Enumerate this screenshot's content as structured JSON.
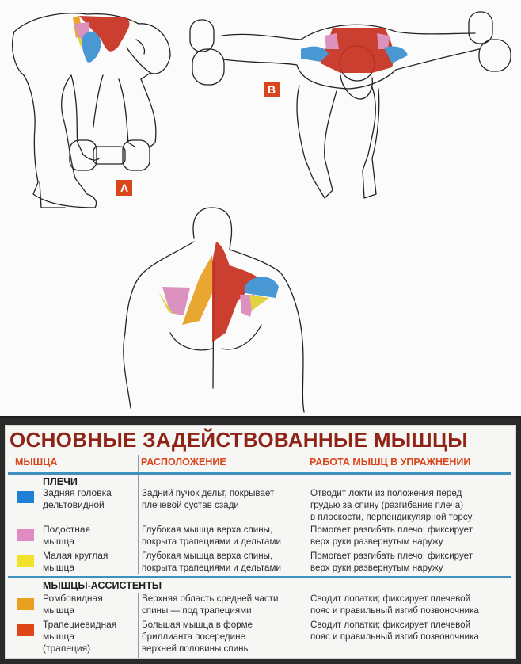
{
  "illustrations": {
    "badge_a": "A",
    "badge_b": "B",
    "badge_color": "#d9461c"
  },
  "table": {
    "title": "ОСНОВНЫЕ ЗАДЕЙСТВОВАННЫЕ МЫШЦЫ",
    "headers": [
      "МЫШЦА",
      "РАСПОЛОЖЕНИЕ",
      "РАБОТА МЫШЦ В УПРАЖНЕНИИ"
    ],
    "sections": [
      {
        "label": "ПЛЕЧИ",
        "rows": [
          {
            "color": "#1e7fd6",
            "muscle": "Задняя головка\nдельтовидной",
            "location": "Задний пучок дельт, покрывает\nплечевой сустав сзади",
            "function": "Отводит локти из положения перед\nгрудью за спину (разгибание плеча)\nв плоскости, перпендикулярной торсу"
          },
          {
            "color": "#e08cc2",
            "muscle": "Подостная\nмышца",
            "location": "Глубокая мышца верха спины,\nпокрыта трапециями и дельтами",
            "function": "Помогает разгибать плечо; фиксирует\nверх руки развернутым наружу"
          },
          {
            "color": "#f2e22a",
            "muscle": "Малая круглая\nмышца",
            "location": "Глубокая мышца верха спины,\nпокрыта трапециями и дельтами",
            "function": "Помогает разгибать плечо; фиксирует\nверх руки развернутым наружу"
          }
        ]
      },
      {
        "label": "МЫШЦЫ-АССИСТЕНТЫ",
        "rows": [
          {
            "color": "#e8a020",
            "muscle": "Ромбовидная\nмышца",
            "location": "Верхняя область средней части\nспины — под трапециями",
            "function": "Сводит лопатки; фиксирует плечевой\nпояс и правильный изгиб позвоночника"
          },
          {
            "color": "#e2441a",
            "muscle": "Трапециевидная\nмышца\n(трапеция)",
            "location": "Большая мышца в форме\nбриллианта посередине\nверхней половины спины",
            "function": "Сводит лопатки; фиксирует плечевой\nпояс и правильный изгиб позвоночника"
          }
        ]
      }
    ]
  }
}
